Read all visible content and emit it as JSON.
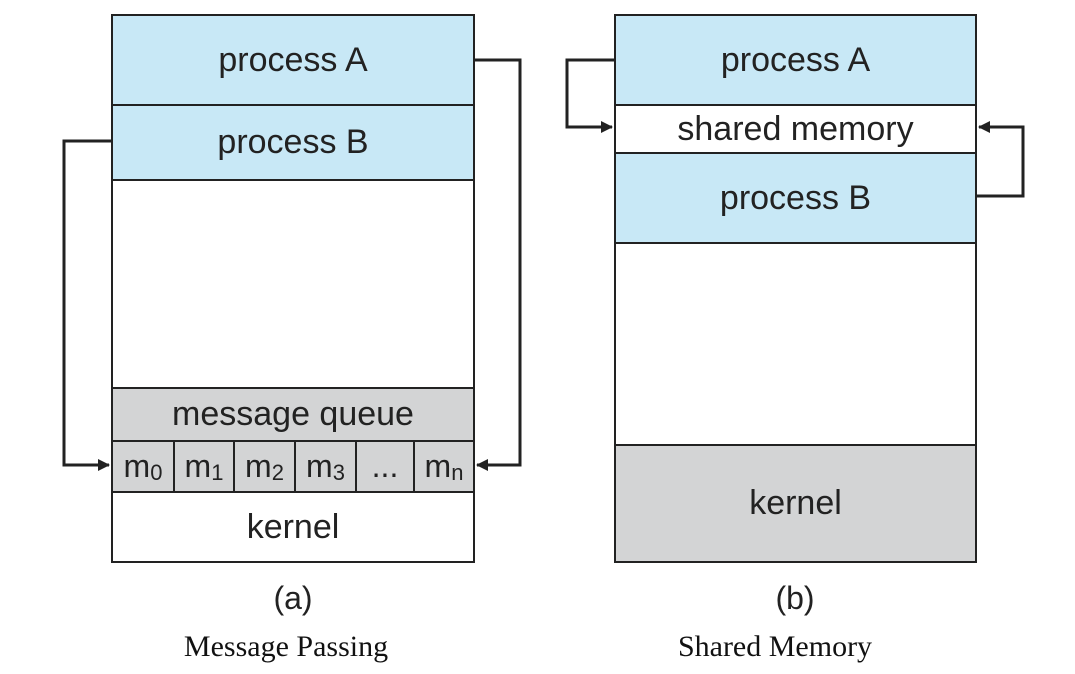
{
  "panel_a": {
    "process_a": "process A",
    "process_b": "process B",
    "message_queue": "message queue",
    "messages": [
      {
        "base": "m",
        "sub": "0"
      },
      {
        "base": "m",
        "sub": "1"
      },
      {
        "base": "m",
        "sub": "2"
      },
      {
        "base": "m",
        "sub": "3"
      },
      {
        "base": "...",
        "sub": ""
      },
      {
        "base": "m",
        "sub": "n"
      }
    ],
    "kernel": "kernel",
    "label": "(a)",
    "title": "Message Passing"
  },
  "panel_b": {
    "process_a": "process A",
    "shared_memory": "shared memory",
    "process_b": "process B",
    "kernel": "kernel",
    "label": "(b)",
    "title": "Shared Memory"
  },
  "colors": {
    "process": "#c8e8f6",
    "kernel_queue": "#d3d4d5",
    "line": "#222222"
  }
}
